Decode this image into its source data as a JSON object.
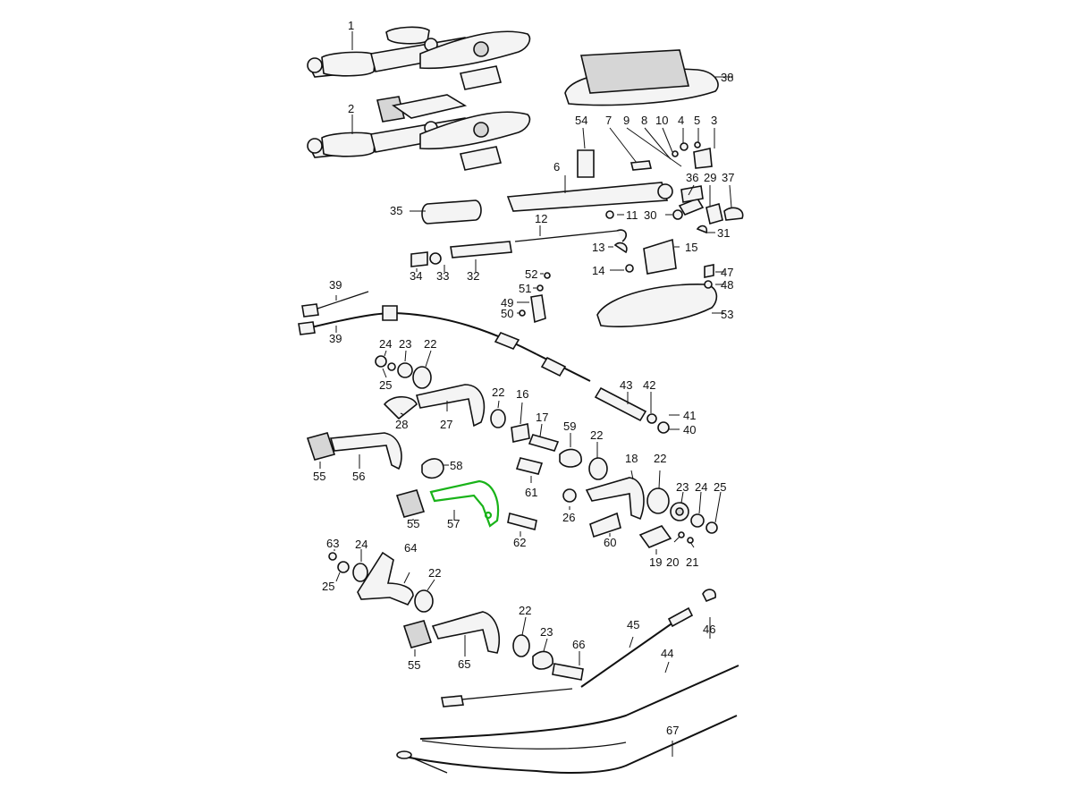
{
  "diagram": {
    "callouts": [
      {
        "id": "c1",
        "label": "1"
      },
      {
        "id": "c2",
        "label": "2"
      },
      {
        "id": "c3",
        "label": "3"
      },
      {
        "id": "c4",
        "label": "4"
      },
      {
        "id": "c5",
        "label": "5"
      },
      {
        "id": "c6",
        "label": "6"
      },
      {
        "id": "c7",
        "label": "7"
      },
      {
        "id": "c8",
        "label": "8"
      },
      {
        "id": "c9",
        "label": "9"
      },
      {
        "id": "c10",
        "label": "10"
      },
      {
        "id": "c11",
        "label": "11"
      },
      {
        "id": "c12",
        "label": "12"
      },
      {
        "id": "c13",
        "label": "13"
      },
      {
        "id": "c14",
        "label": "14"
      },
      {
        "id": "c15",
        "label": "15"
      },
      {
        "id": "c16",
        "label": "16"
      },
      {
        "id": "c17",
        "label": "17"
      },
      {
        "id": "c18",
        "label": "18"
      },
      {
        "id": "c19",
        "label": "19"
      },
      {
        "id": "c20",
        "label": "20"
      },
      {
        "id": "c21",
        "label": "21"
      },
      {
        "id": "c22a",
        "label": "22"
      },
      {
        "id": "c22b",
        "label": "22"
      },
      {
        "id": "c22c",
        "label": "22"
      },
      {
        "id": "c22d",
        "label": "22"
      },
      {
        "id": "c22e",
        "label": "22"
      },
      {
        "id": "c22f",
        "label": "22"
      },
      {
        "id": "c23a",
        "label": "23"
      },
      {
        "id": "c23b",
        "label": "23"
      },
      {
        "id": "c23c",
        "label": "23"
      },
      {
        "id": "c24a",
        "label": "24"
      },
      {
        "id": "c24b",
        "label": "24"
      },
      {
        "id": "c24c",
        "label": "24"
      },
      {
        "id": "c25a",
        "label": "25"
      },
      {
        "id": "c25b",
        "label": "25"
      },
      {
        "id": "c25c",
        "label": "25"
      },
      {
        "id": "c26",
        "label": "26"
      },
      {
        "id": "c27",
        "label": "27"
      },
      {
        "id": "c28",
        "label": "28"
      },
      {
        "id": "c29",
        "label": "29"
      },
      {
        "id": "c30",
        "label": "30"
      },
      {
        "id": "c31",
        "label": "31"
      },
      {
        "id": "c32",
        "label": "32"
      },
      {
        "id": "c33",
        "label": "33"
      },
      {
        "id": "c34",
        "label": "34"
      },
      {
        "id": "c35",
        "label": "35"
      },
      {
        "id": "c36",
        "label": "36"
      },
      {
        "id": "c37",
        "label": "37"
      },
      {
        "id": "c38",
        "label": "38"
      },
      {
        "id": "c39a",
        "label": "39"
      },
      {
        "id": "c39b",
        "label": "39"
      },
      {
        "id": "c40",
        "label": "40"
      },
      {
        "id": "c41",
        "label": "41"
      },
      {
        "id": "c42",
        "label": "42"
      },
      {
        "id": "c43",
        "label": "43"
      },
      {
        "id": "c44",
        "label": "44"
      },
      {
        "id": "c45",
        "label": "45"
      },
      {
        "id": "c46",
        "label": "46"
      },
      {
        "id": "c47",
        "label": "47"
      },
      {
        "id": "c48",
        "label": "48"
      },
      {
        "id": "c49",
        "label": "49"
      },
      {
        "id": "c50",
        "label": "50"
      },
      {
        "id": "c51",
        "label": "51"
      },
      {
        "id": "c52",
        "label": "52"
      },
      {
        "id": "c53",
        "label": "53"
      },
      {
        "id": "c54",
        "label": "54"
      },
      {
        "id": "c55a",
        "label": "55"
      },
      {
        "id": "c55b",
        "label": "55"
      },
      {
        "id": "c55c",
        "label": "55"
      },
      {
        "id": "c56",
        "label": "56"
      },
      {
        "id": "c57",
        "label": "57"
      },
      {
        "id": "c58",
        "label": "58"
      },
      {
        "id": "c59",
        "label": "59"
      },
      {
        "id": "c60",
        "label": "60"
      },
      {
        "id": "c61",
        "label": "61"
      },
      {
        "id": "c62",
        "label": "62"
      },
      {
        "id": "c63",
        "label": "63"
      },
      {
        "id": "c64",
        "label": "64"
      },
      {
        "id": "c65",
        "label": "65"
      },
      {
        "id": "c66",
        "label": "66"
      },
      {
        "id": "c67",
        "label": "67"
      }
    ],
    "highlighted_part": "57",
    "colors": {
      "line": "#111111",
      "highlight": "#19b319",
      "background": "#ffffff"
    }
  }
}
